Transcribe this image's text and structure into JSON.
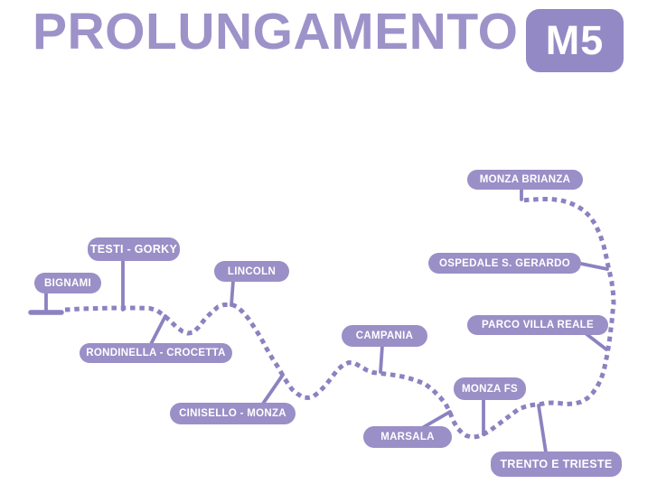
{
  "header": {
    "title": "PROLUNGAMENTO",
    "line_badge": "M5"
  },
  "colors": {
    "title_text": "#9d93c9",
    "badge_background": "#9289c5",
    "station_label_background": "#9a8fc6",
    "route_line": "#8c82c0",
    "label_text": "#ffffff"
  },
  "route": {
    "line_name": "M5",
    "line_style": "dotted",
    "station_count": 12
  },
  "stations": [
    {
      "name": "BIGNAMI"
    },
    {
      "name": "TESTI - GORKY"
    },
    {
      "name": "RONDINELLA - CROCETTA"
    },
    {
      "name": "LINCOLN"
    },
    {
      "name": "CINISELLO - MONZA"
    },
    {
      "name": "CAMPANIA"
    },
    {
      "name": "MARSALA"
    },
    {
      "name": "MONZA FS"
    },
    {
      "name": "TRENTO E TRIESTE"
    },
    {
      "name": "PARCO VILLA REALE"
    },
    {
      "name": "OSPEDALE S. GERARDO"
    },
    {
      "name": "MONZA BRIANZA"
    }
  ]
}
